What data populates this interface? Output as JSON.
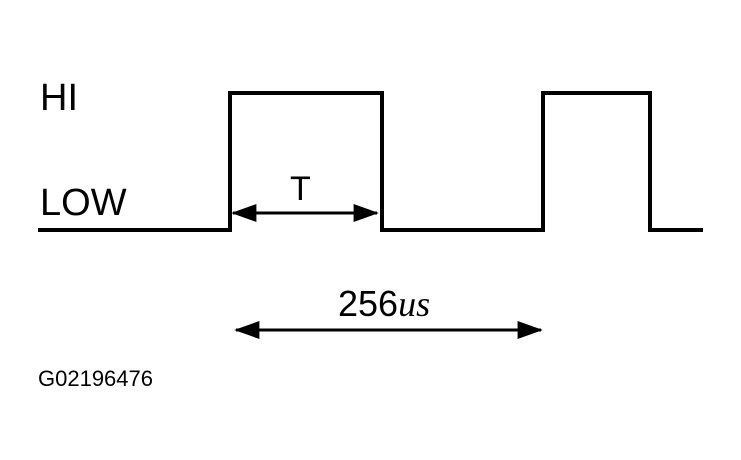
{
  "labels": {
    "hi": "HI",
    "low": "LOW",
    "pulse_width": "T",
    "period_value": "256",
    "period_unit": "us",
    "figure_code": "G02196476"
  },
  "colors": {
    "line": "#000000",
    "background": "#ffffff"
  }
}
